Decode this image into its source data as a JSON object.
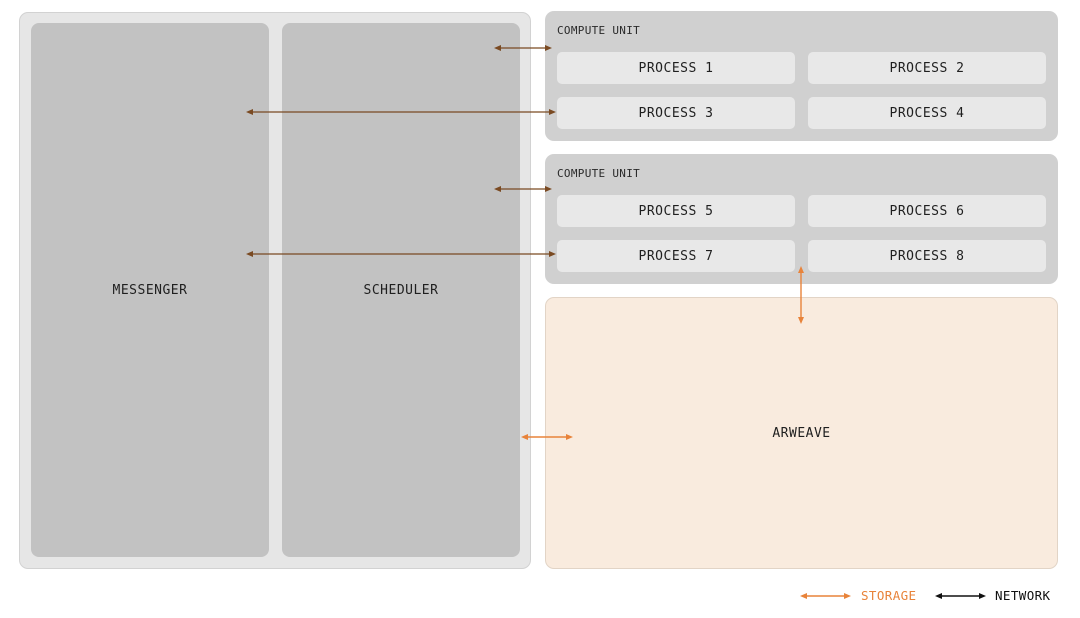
{
  "messenger": {
    "label": "MESSENGER"
  },
  "scheduler": {
    "label": "SCHEDULER"
  },
  "compute_units": [
    {
      "label": "COMPUTE UNIT",
      "processes": [
        "PROCESS 1",
        "PROCESS 2",
        "PROCESS 3",
        "PROCESS 4"
      ]
    },
    {
      "label": "COMPUTE UNIT",
      "processes": [
        "PROCESS 5",
        "PROCESS 6",
        "PROCESS 7",
        "PROCESS 8"
      ]
    }
  ],
  "arweave": {
    "label": "ARWEAVE"
  },
  "legend": {
    "storage_label": "STORAGE",
    "network_label": "NETWORK"
  },
  "colors": {
    "network_arrow": "#7a4a22",
    "storage_arrow": "#e8833a",
    "legend_network": "#111111"
  }
}
